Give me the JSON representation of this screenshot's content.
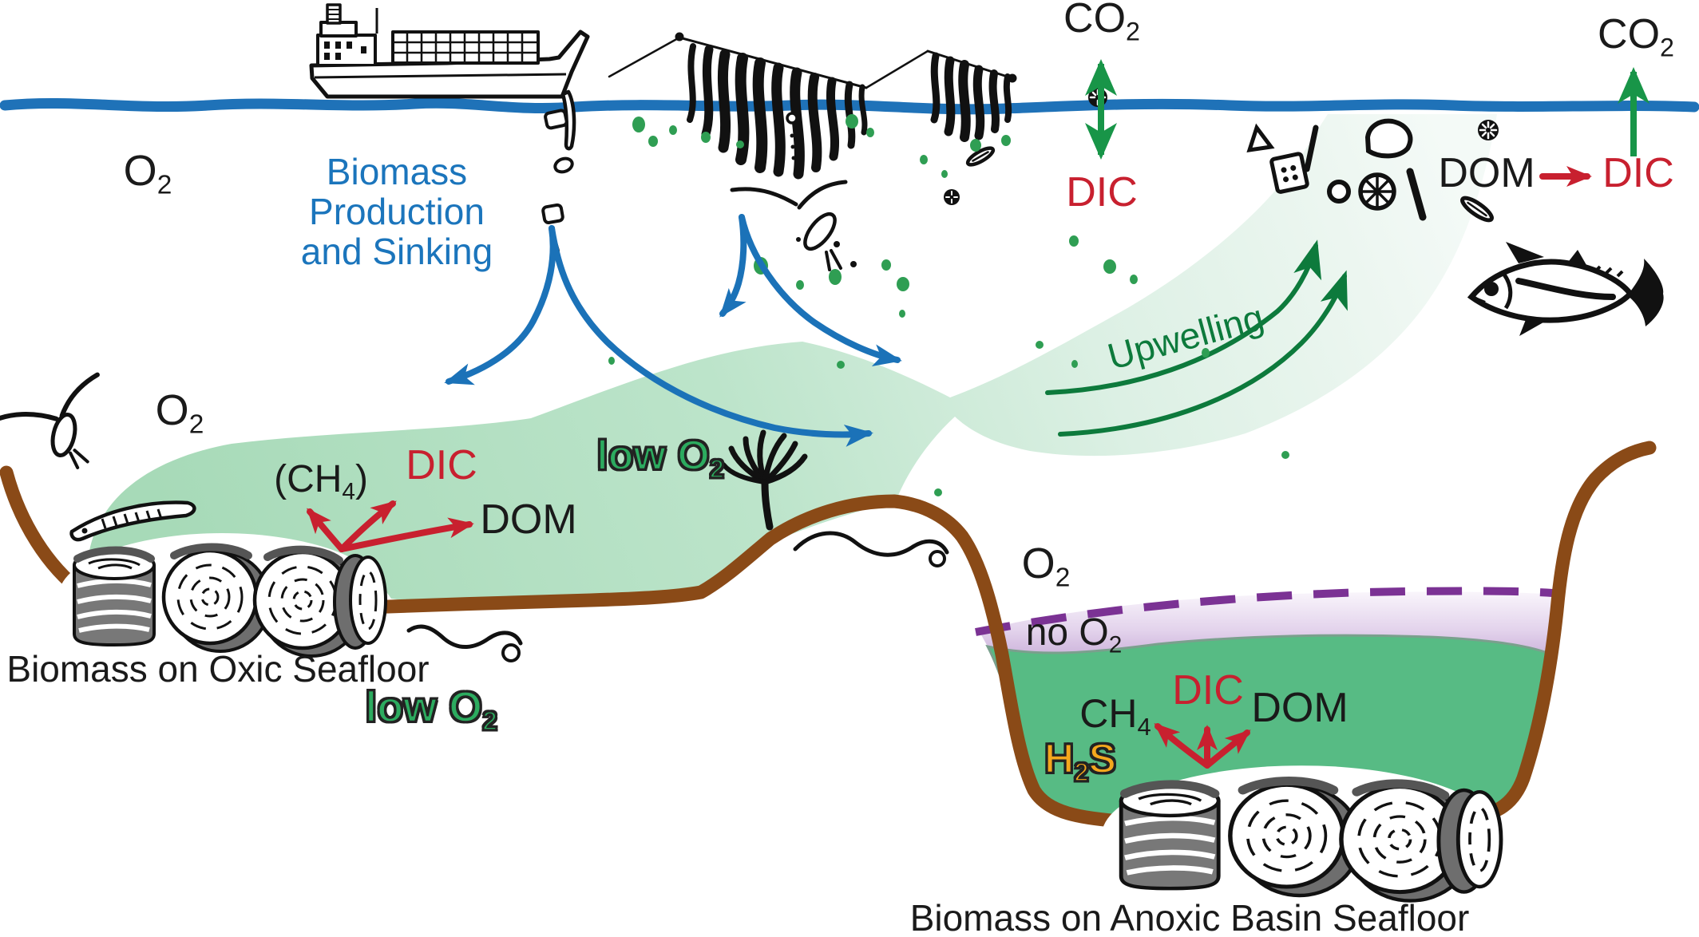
{
  "diagram": {
    "subject": "Ocean carbon and oxygen cycling between surface, oxic seafloor and anoxic basin",
    "regions": [
      "surface ocean",
      "sinking biomass plume",
      "upwelling water mass",
      "oxic seafloor",
      "anoxic basin"
    ]
  },
  "labels": {
    "o2_surface": {
      "main": "O",
      "sub": "2"
    },
    "biomass_production": {
      "line1": "Biomass",
      "line2": "Production",
      "line3": "and Sinking"
    },
    "co2_exchange": {
      "main": "CO",
      "sub": "2"
    },
    "dic_exchange": "DIC",
    "dom_remin": "DOM",
    "dic_remin": "DIC",
    "co2_outgassing": {
      "main": "CO",
      "sub": "2"
    },
    "upwelling": "Upwelling",
    "o2_deep_left": {
      "main": "O",
      "sub": "2"
    },
    "ch4_oxic": {
      "pre": "(CH",
      "sub": "4",
      "post": ")"
    },
    "dic_oxic": "DIC",
    "dom_oxic": "DOM",
    "low_o2_mid": {
      "main": "low O",
      "sub": "2"
    },
    "low_o2_left": {
      "main": "low O",
      "sub": "2"
    },
    "o2_basin": {
      "main": "O",
      "sub": "2"
    },
    "no_o2": {
      "main": "no O",
      "sub": "2"
    },
    "ch4_basin": {
      "main": "CH",
      "sub": "4"
    },
    "dic_basin": "DIC",
    "dom_basin": "DOM",
    "h2s": {
      "pre": "H",
      "sub": "2",
      "post": "S"
    },
    "caption_oxic": "Biomass on Oxic Seafloor",
    "caption_anoxic": "Biomass on Anoxic Basin Seafloor"
  },
  "colors": {
    "surface_blue": "#1b75bc",
    "arrow_blue": "#1b72b8",
    "deep_green": "#0d7a3c",
    "bright_green_text": "#2cab5f",
    "water_mass_green": "#a7dab8",
    "basin_green": "#57bb84",
    "purple_dash": "#7b3294",
    "seafloor_brown": "#8a4a17",
    "red_accent": "#c8202f",
    "h2s_orange": "#f4a71d"
  },
  "icons": [
    "cargo-ship",
    "kelp-longline",
    "copepod",
    "squid-larva",
    "eelpout-fish",
    "sea-anemone",
    "worm",
    "tuna-fish",
    "biomass-bales",
    "plankton-debris",
    "organic-particle-dots"
  ]
}
